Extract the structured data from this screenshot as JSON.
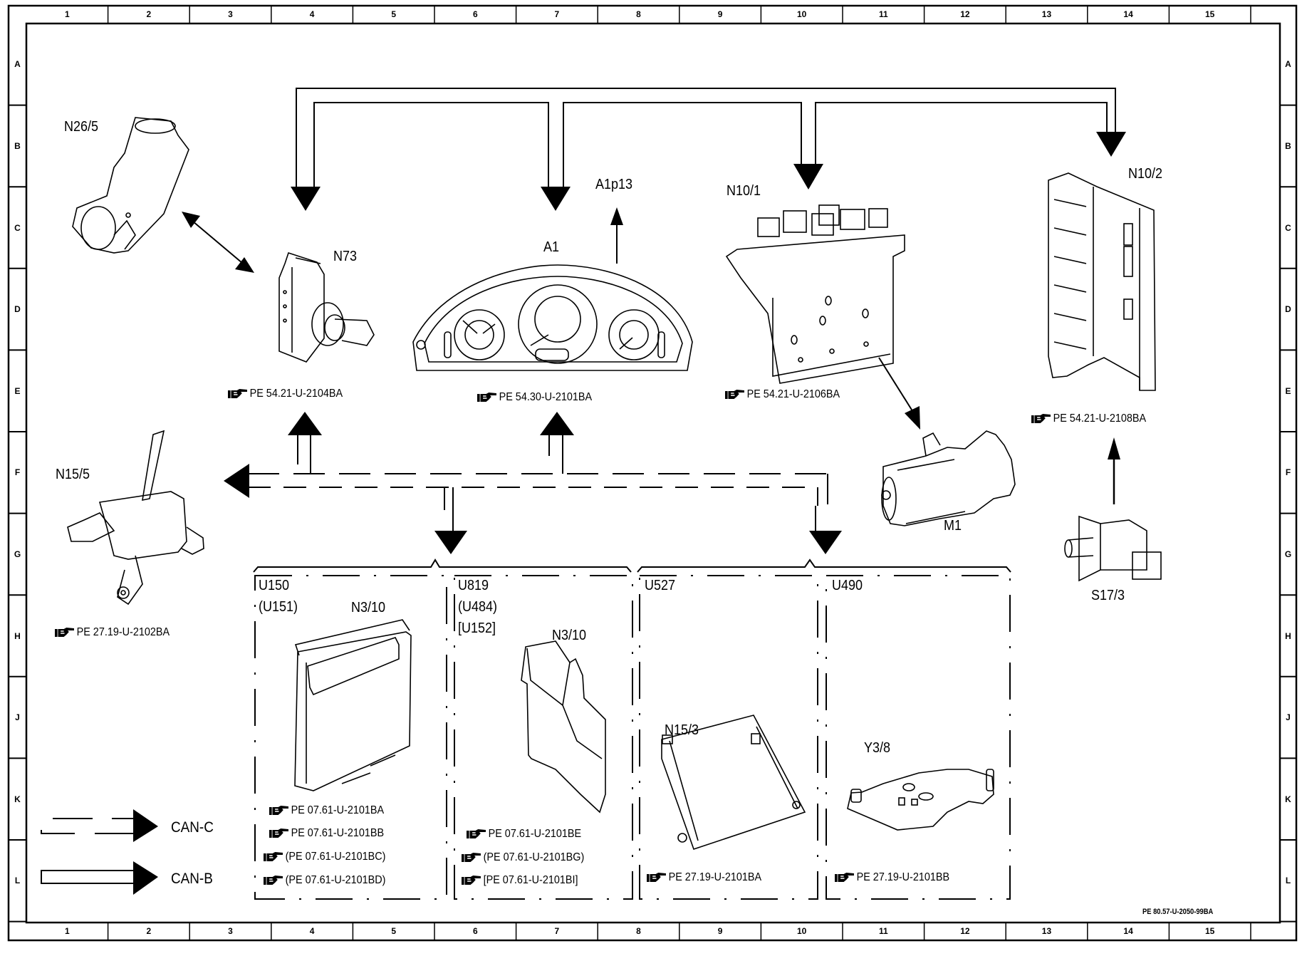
{
  "frame": {
    "columns": [
      "1",
      "2",
      "3",
      "4",
      "5",
      "6",
      "7",
      "8",
      "9",
      "10",
      "11",
      "12",
      "13",
      "14",
      "15"
    ],
    "rows": [
      "A",
      "B",
      "C",
      "D",
      "E",
      "F",
      "G",
      "H",
      "J",
      "K",
      "L"
    ],
    "document_ref": "PE 80.57-U-2050-99BA"
  },
  "components": {
    "n26_5": {
      "label": "N26/5"
    },
    "n73": {
      "label": "N73",
      "ref": "PE 54.21-U-2104BA"
    },
    "a1": {
      "label": "A1",
      "ref": "PE 54.30-U-2101BA"
    },
    "a1p13": {
      "label": "A1p13"
    },
    "n10_1": {
      "label": "N10/1",
      "ref": "PE 54.21-U-2106BA"
    },
    "n10_2": {
      "label": "N10/2",
      "ref": "PE 54.21-U-2108BA"
    },
    "m1": {
      "label": "M1"
    },
    "s17_3": {
      "label": "S17/3"
    },
    "n15_5": {
      "label": "N15/5",
      "ref": "PE 27.19-U-2102BA"
    }
  },
  "variant_groups": [
    {
      "codes": [
        "U150",
        "(U151)"
      ],
      "component": "N3/10",
      "refs": [
        "PE 07.61-U-2101BA",
        "PE 07.61-U-2101BB",
        "(PE 07.61-U-2101BC)",
        "(PE 07.61-U-2101BD)"
      ]
    },
    {
      "codes": [
        "U819",
        "(U484)",
        "[U152]"
      ],
      "component": "N3/10",
      "refs": [
        "PE 07.61-U-2101BE",
        "(PE 07.61-U-2101BG)",
        "[PE 07.61-U-2101BI]"
      ]
    },
    {
      "codes": [
        "U527"
      ],
      "component": "N15/3",
      "refs": [
        "PE 27.19-U-2101BA"
      ]
    },
    {
      "codes": [
        "U490"
      ],
      "component": "Y3/8",
      "refs": [
        "PE 27.19-U-2101BB"
      ]
    }
  ],
  "legend": {
    "can_c": "CAN-C",
    "can_b": "CAN-B"
  },
  "icons": {
    "reference": "pointing-hand-icon"
  }
}
